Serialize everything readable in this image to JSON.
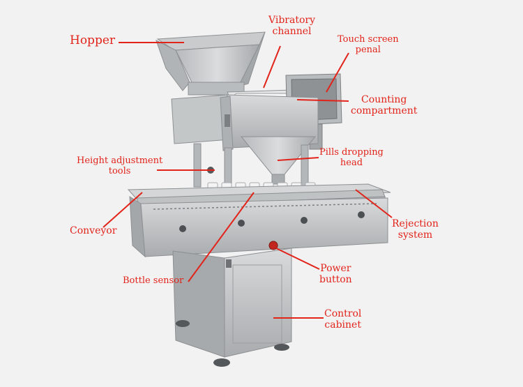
{
  "diagram": {
    "labels": {
      "hopper": "Hopper",
      "vibratory_channel": "Vibratory\nchannel",
      "touch_screen": "Touch screen\npenal",
      "counting": "Counting\ncompartment",
      "height": "Height adjustment\ntools",
      "pills": "Pills dropping\nhead",
      "conveyor": "Conveyor",
      "rejection": "Rejection\nsystem",
      "power": "Power\nbutton",
      "bottle": "Bottle sensor",
      "control": "Control\ncabinet"
    },
    "colors": {
      "label": "#e2231a",
      "leader": "#e2231a",
      "background": "#f2f2f2",
      "machine_light": "#cfd1d2",
      "machine_mid": "#a9acae",
      "machine_dark": "#6f7274"
    }
  }
}
